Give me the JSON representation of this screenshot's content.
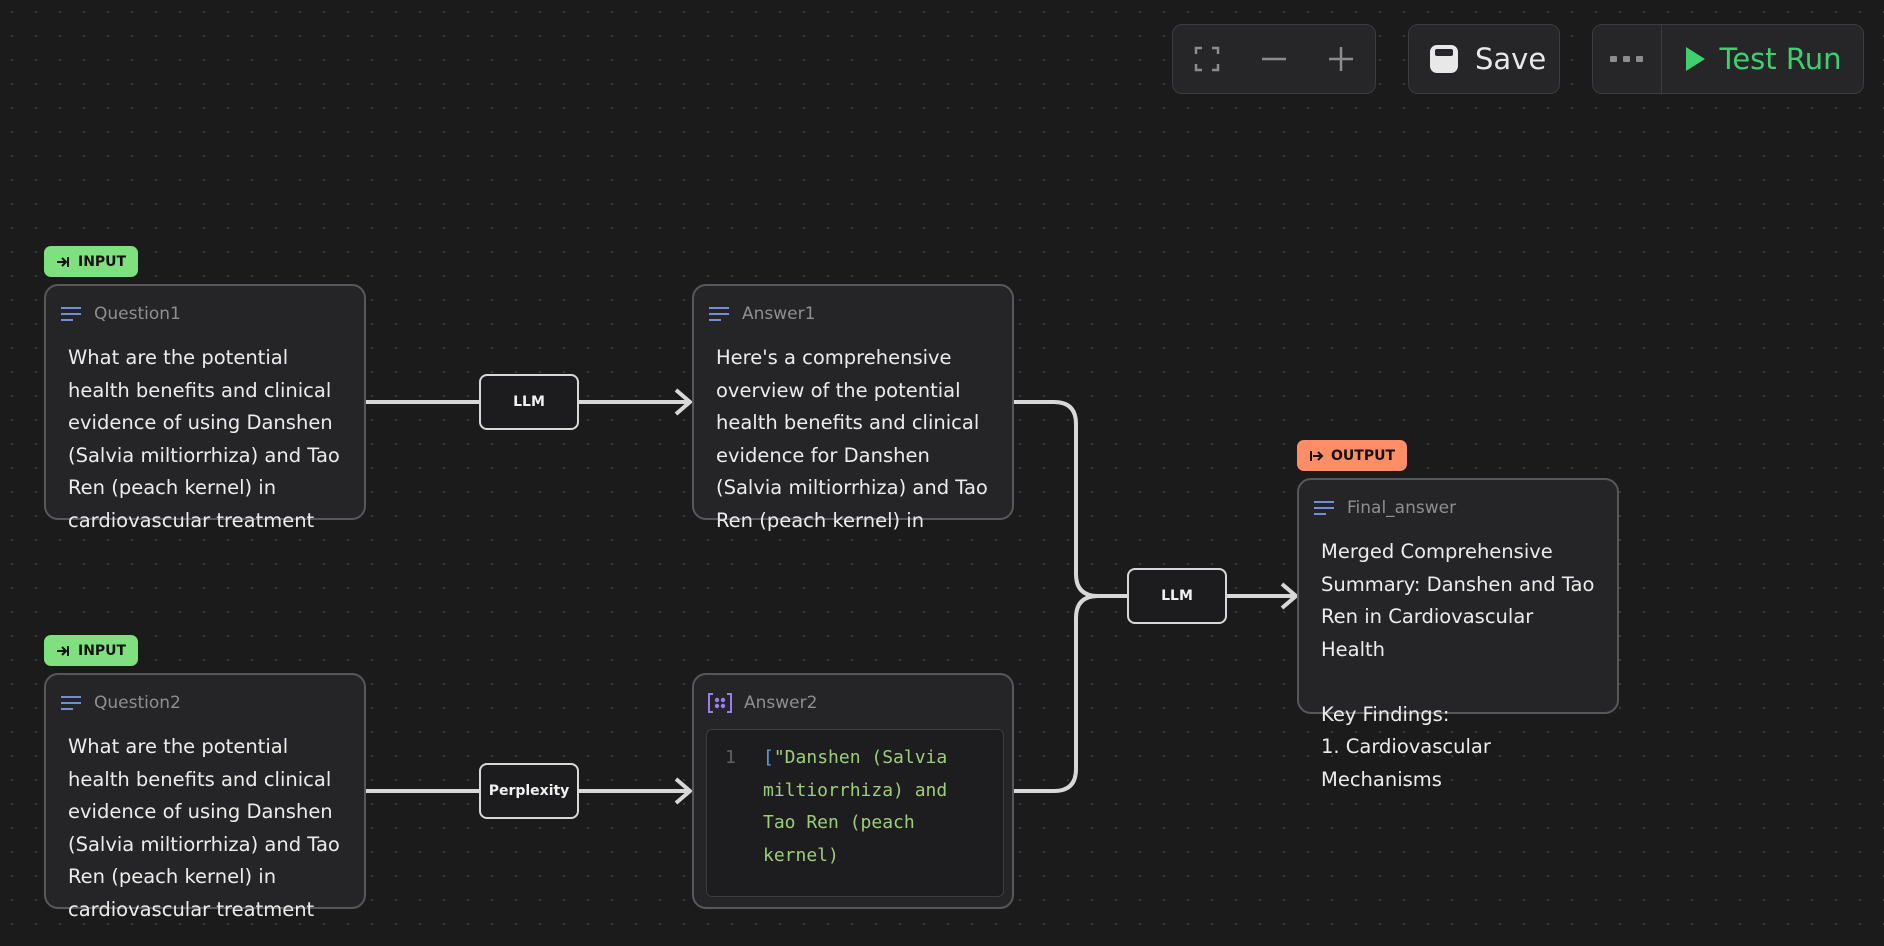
{
  "toolbar": {
    "save_label": "Save",
    "test_run_label": "Test Run",
    "accent": "#3ecf6e"
  },
  "nodes": {
    "question1": {
      "tag": "INPUT",
      "title": "Question1",
      "text": "What are the potential health benefits and clinical evidence of using Danshen (Salvia miltiorrhiza) and Tao Ren (peach kernel) in cardiovascular treatment"
    },
    "question2": {
      "tag": "INPUT",
      "title": "Question2",
      "text": "What are the potential health benefits and clinical evidence of using Danshen (Salvia miltiorrhiza) and Tao Ren (peach kernel) in cardiovascular treatment"
    },
    "answer1": {
      "title": "Answer1",
      "text": "Here's a comprehensive overview of the potential health benefits and clinical evidence for Danshen (Salvia miltiorrhiza) and Tao Ren (peach kernel) in"
    },
    "answer2": {
      "title": "Answer2",
      "line_number": "1",
      "bracket": "[",
      "code": "\"Danshen (Salvia miltiorrhiza) and Tao Ren (peach kernel)"
    },
    "final_answer": {
      "tag": "OUTPUT",
      "title": "Final_answer",
      "text": "Merged Comprehensive Summary: Danshen and Tao Ren in Cardiovascular Health\n\nKey Findings:\n1. Cardiovascular Mechanisms"
    }
  },
  "edges": {
    "llm_top": "LLM",
    "perplexity": "Perplexity",
    "llm_merge": "LLM"
  },
  "colors": {
    "input_tag": "#7ee07e",
    "output_tag": "#ff8d66",
    "edge": "#d8d8d8"
  }
}
